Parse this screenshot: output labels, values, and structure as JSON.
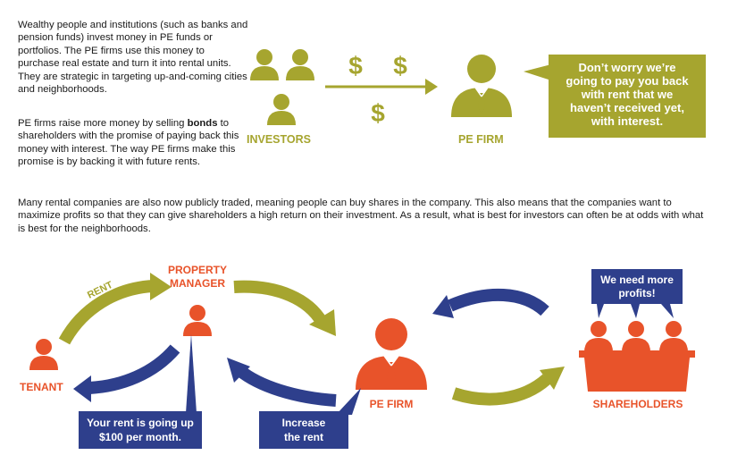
{
  "colors": {
    "olive": "#a6a52f",
    "orange": "#e8532a",
    "navy": "#2e3f8c",
    "text": "#1a1a1a"
  },
  "intro": {
    "p1": "Wealthy people and institutions (such as banks and pension funds) invest money in PE funds or portfolios. The PE firms use this money to purchase real estate and turn it into rental units. They are strategic in targeting up-and-coming cities and neighborhoods.",
    "p2_before": "PE firms raise more money by selling ",
    "p2_bold": "bonds",
    "p2_after": " to shareholders with the promise of paying back this money with interest. The way PE firms make this promise is by backing it with future rents.",
    "p3": "Many rental companies are also now publicly traded, meaning people can buy shares in the company. This also means that the companies want to maximize profits so that they can give shareholders a high return on their investment. As a result, what is best for investors can often be at odds with what is best for the neighborhoods."
  },
  "top_diagram": {
    "investors_label": "INVESTORS",
    "pe_firm_label": "PE FIRM",
    "dollar_symbol": "$",
    "dollar_symbol_2": "$",
    "dollar_symbol_3": "$",
    "bubble_lines": [
      "Don’t worry we’re",
      "going to pay you back",
      "with rent that we",
      "haven’t received yet,",
      "with interest."
    ]
  },
  "bottom_diagram": {
    "tenant_label": "TENANT",
    "rent_label": "RENT",
    "property_manager_lines": [
      "PROPERTY",
      "MANAGER"
    ],
    "pe_firm_label": "PE FIRM",
    "shareholders_label": "SHAREHOLDERS",
    "rent_notice_lines": [
      "Your rent is going up",
      "$100 per month."
    ],
    "increase_rent_lines": [
      "Increase",
      "the rent"
    ],
    "profits_lines": [
      "We need more",
      "profits!"
    ]
  }
}
